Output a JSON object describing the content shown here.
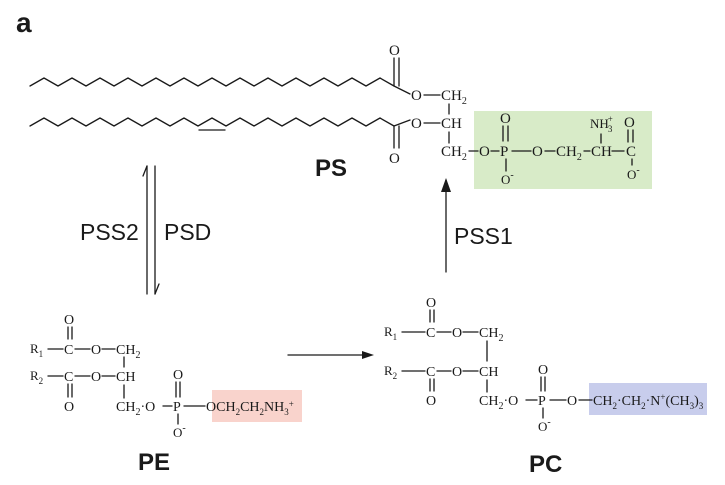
{
  "panel_label": "a",
  "molecules": {
    "ps": {
      "name": "PS",
      "head_atoms": {
        "o1": "O",
        "ch2_top": "CH",
        "ch2_top_sub": "2",
        "o2": "O",
        "ch": "CH",
        "o_carb1": "O",
        "o_carb2": "O",
        "ch2_low": "CH",
        "ch2_low_sub": "2",
        "o3": "O"
      },
      "headgroup": {
        "p": "P",
        "o_top": "O",
        "o_bot": "O",
        "o_minus": "-",
        "o_left": "O",
        "o_right": "O",
        "ch2": "CH",
        "ch2_sub": "2",
        "ch": "CH",
        "nh3": "NH",
        "nh3_sub": "3",
        "nh3_sup": "+",
        "c": "C",
        "c_o_top": "O",
        "c_o_bot": "O",
        "c_o_minus": "-"
      }
    },
    "pe": {
      "name": "PE",
      "atoms": {
        "r1": "R",
        "r1_sub": "1",
        "c1": "C",
        "o_c1": "O",
        "o1": "O",
        "ch2_top": "CH",
        "ch2_top_sub": "2",
        "r2": "R",
        "r2_sub": "2",
        "c2": "C",
        "o_c2": "O",
        "o2": "O",
        "ch": "CH",
        "ch2_low": "CH",
        "ch2_low_sub": "2",
        "o3": "O",
        "p": "P",
        "p_o_top": "O",
        "p_o_bot": "O",
        "p_minus": "-"
      },
      "headgroup": {
        "o": "O",
        "c1": "CH",
        "c1_sub": "2",
        "c2": "CH",
        "c2_sub": "2",
        "n": "NH",
        "n_sub": "3",
        "n_sup": "+"
      }
    },
    "pc": {
      "name": "PC",
      "atoms": {
        "r1": "R",
        "r1_sub": "1",
        "c1": "C",
        "o_c1": "O",
        "o1": "O",
        "ch2_top": "CH",
        "ch2_top_sub": "2",
        "r2": "R",
        "r2_sub": "2",
        "c2": "C",
        "o_c2": "O",
        "o2": "O",
        "ch": "CH",
        "ch2_low": "CH",
        "ch2_low_sub": "2",
        "o3": "O",
        "p": "P",
        "p_o_top": "O",
        "p_o_bot": "O",
        "p_minus": "-",
        "o4": "O"
      },
      "headgroup": {
        "c1": "CH",
        "c1_sub": "2",
        "c2": "CH",
        "c2_sub": "2",
        "n": "N",
        "n_sup": "+",
        "me": "(CH",
        "me_sub": "3",
        "me_close": ")",
        "me_sub2": "3"
      }
    }
  },
  "enzymes": {
    "pss2": "PSS2",
    "psd": "PSD",
    "pss1": "PSS1"
  },
  "highlight_colors": {
    "ps_head": "#d8ebc8",
    "pe_head": "#f9d3cc",
    "pc_head": "#c8cdec"
  },
  "text_color": "#1a1a1a"
}
